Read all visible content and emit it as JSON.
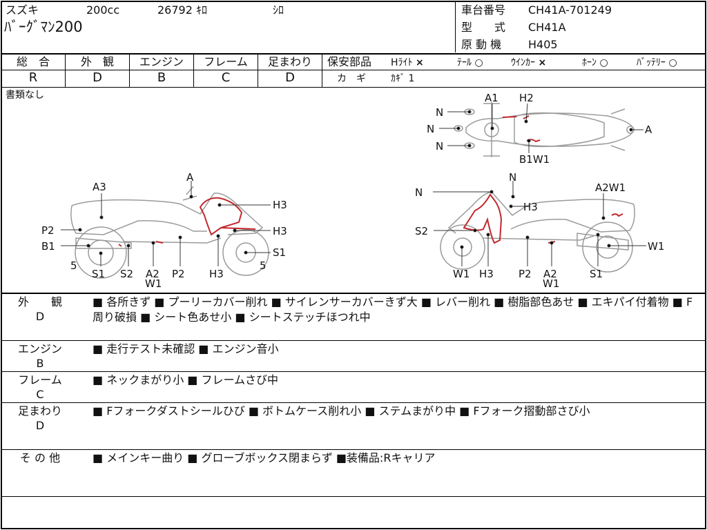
{
  "header": {
    "maker": "スズキ",
    "displacement": "200cc",
    "mileage": "26792 ｷﾛ",
    "color": "ｼﾛ",
    "model_name": "ﾊﾞｰｸﾞﾏﾝ200",
    "frame_no_label": "車台番号",
    "frame_no": "CH41A-701249",
    "type_label": "型　　式",
    "type_value": "CH41A",
    "engine_label": "原 動 機",
    "engine_value": "H405"
  },
  "grades": {
    "labels": [
      "総　合",
      "外　観",
      "エンジン",
      "フレーム",
      "足まわり"
    ],
    "values": [
      "R",
      "D",
      "B",
      "C",
      "D"
    ]
  },
  "safety": {
    "label": "保安部品",
    "items": [
      {
        "name": "Hﾗｲﾄ",
        "mark": "×"
      },
      {
        "name": "ﾃｰﾙ",
        "mark": "○"
      },
      {
        "name": "ｳｲﾝｶｰ",
        "mark": "×"
      },
      {
        "name": "ﾎｰﾝ",
        "mark": "○"
      },
      {
        "name": "ﾊﾞｯﾃﾘｰ",
        "mark": "○"
      }
    ],
    "key_label": "カ　ギ",
    "key_value": "ｶｷﾞ 1"
  },
  "documents": "書類なし",
  "diagram": {
    "top_labels": [
      "N",
      "N",
      "N",
      "A1",
      "H2",
      "A",
      "B1W1"
    ],
    "left_labels": [
      "A3",
      "A",
      "H3",
      "H3",
      "P2",
      "B1",
      "S1",
      "5",
      "5",
      "S1",
      "S2",
      "A2",
      "W1",
      "P2",
      "H3"
    ],
    "right_labels": [
      "N",
      "N",
      "A2W1",
      "H3",
      "S2",
      "W1",
      "W1",
      "H3",
      "P2",
      "A2",
      "W1",
      "S1"
    ]
  },
  "sections": [
    {
      "label": "外　　観",
      "grade": "D",
      "text": "■ 各所きず ■ プーリーカバー削れ ■ サイレンサーカバーきず大 ■ レバー削れ ■ 樹脂部色あせ ■ エキパイ付着物 ■ F周り破損 ■ シート色あせ小 ■ シートステッチほつれ中"
    },
    {
      "label": "エンジン",
      "grade": "B",
      "text": "■ 走行テスト未確認 ■ エンジン音小"
    },
    {
      "label": "フレーム",
      "grade": "C",
      "text": "■ ネックまがり小 ■ フレームさび中"
    },
    {
      "label": "足まわり",
      "grade": "D",
      "text": "■ Fフォークダストシールひび ■ ボトムケース削れ小 ■ ステムまがり中 ■ Fフォーク摺動部さび小"
    },
    {
      "label": "そ の 他",
      "grade": "",
      "text": "■ メインキー曲り ■ グローブボックス閉まらず ■装備品:Rキャリア"
    }
  ]
}
